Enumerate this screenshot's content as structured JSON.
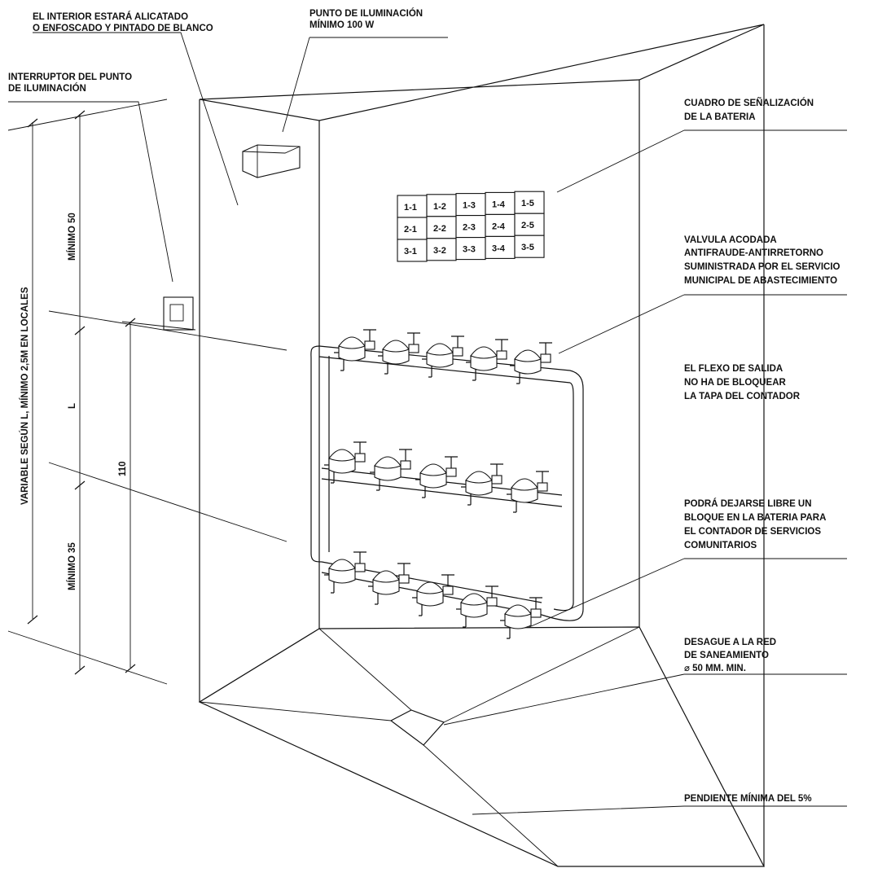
{
  "labels": {
    "interior": [
      "EL INTERIOR ESTARÁ ALICATADO",
      "O ENFOSCADO Y PINTADO DE BLANCO"
    ],
    "lighting_point": [
      "PUNTO DE ILUMINACIÓN",
      "MÍNIMO 100 W"
    ],
    "switch": [
      "INTERRUPTOR DEL PUNTO",
      "DE ILUMINACIÓN"
    ],
    "signal_board": [
      "CUADRO DE SEÑALIZACIÓN",
      "DE LA BATERIA"
    ],
    "valve": [
      "VALVULA ACODADA",
      "ANTIFRAUDE-ANTIRRETORNO",
      "SUMINISTRADA POR EL SERVICIO",
      "MUNICIPAL DE ABASTECIMIENTO"
    ],
    "flex": [
      "EL FLEXO DE SALIDA",
      "NO HA DE BLOQUEAR",
      "LA TAPA DEL CONTADOR"
    ],
    "free_block": [
      "PODRÁ DEJARSE LIBRE UN",
      "BLOQUE EN LA BATERIA PARA",
      "EL CONTADOR DE SERVICIOS",
      "COMUNITARIOS"
    ],
    "drain": [
      "DESAGUE A LA RED",
      "DE SANEAMIENTO",
      "⌀ 50 MM. MIN."
    ],
    "slope": [
      "PENDIENTE MÍNIMA DEL 5%"
    ]
  },
  "dimensions": {
    "total_height": "VARIABLE SEGÚN L, MÍNIMO 2,5M EN LOCALES",
    "top_clearance": "MÍNIMO 50",
    "battery_height": "L",
    "bottom_clearance": "MÍNIMO 35",
    "switch_height": "110"
  },
  "board_cells": [
    [
      "1-1",
      "1-2",
      "1-3",
      "1-4",
      "1-5"
    ],
    [
      "2-1",
      "2-2",
      "2-3",
      "2-4",
      "2-5"
    ],
    [
      "3-1",
      "3-2",
      "3-3",
      "3-4",
      "3-5"
    ]
  ]
}
